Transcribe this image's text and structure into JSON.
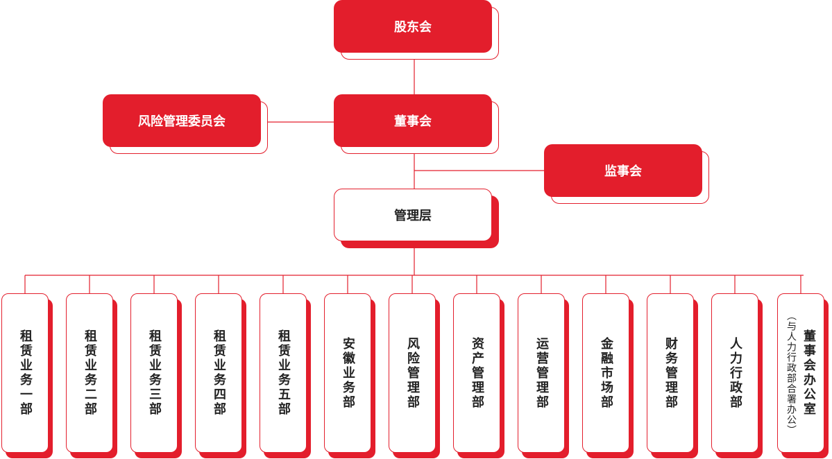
{
  "shareholders": {
    "label": "股东会"
  },
  "board": {
    "label": "董事会"
  },
  "risk_committee": {
    "label": "风险管理委员会"
  },
  "supervisory_board": {
    "label": "监事会"
  },
  "management": {
    "label": "管理层"
  },
  "departments": [
    {
      "label": "租赁业务一部"
    },
    {
      "label": "租赁业务二部"
    },
    {
      "label": "租赁业务三部"
    },
    {
      "label": "租赁业务四部"
    },
    {
      "label": "租赁业务五部"
    },
    {
      "label": "安徽业务部"
    },
    {
      "label": "风险管理部"
    },
    {
      "label": "资产管理部"
    },
    {
      "label": "运营管理部"
    },
    {
      "label": "金融市场部"
    },
    {
      "label": "财务管理部"
    },
    {
      "label": "人力行政部"
    },
    {
      "label": "董事会办公室",
      "sublabel": "（与人力行政部合署办公）"
    }
  ],
  "colors": {
    "accent": "#e31e2c",
    "text": "#222222",
    "background": "#ffffff"
  }
}
